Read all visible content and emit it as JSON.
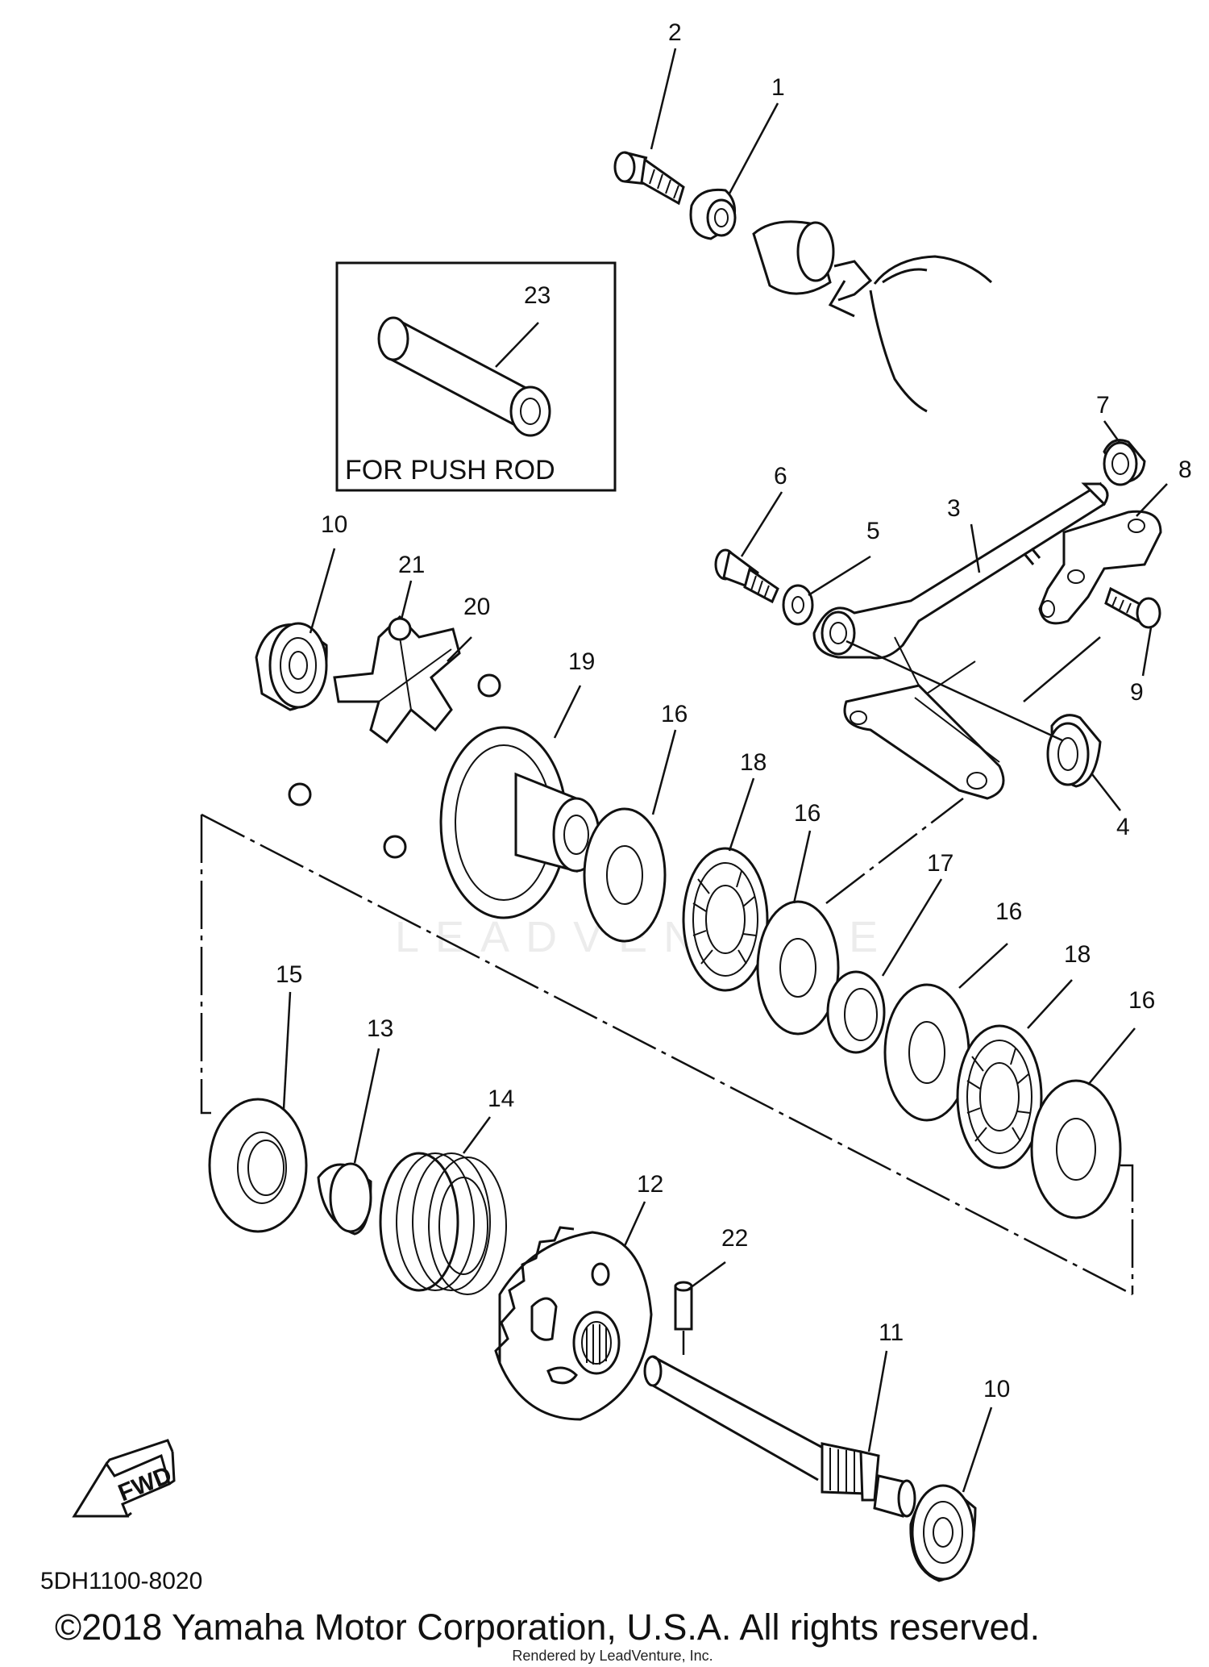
{
  "diagram": {
    "callouts": {
      "c1": "1",
      "c2": "2",
      "c3": "3",
      "c4": "4",
      "c5": "5",
      "c6": "6",
      "c7": "7",
      "c8": "8",
      "c9": "9",
      "c10a": "10",
      "c10b": "10",
      "c11": "11",
      "c12": "12",
      "c13": "13",
      "c14": "14",
      "c15": "15",
      "c16a": "16",
      "c16b": "16",
      "c16c": "16",
      "c16d": "16",
      "c17": "17",
      "c18a": "18",
      "c18b": "18",
      "c19": "19",
      "c20": "20",
      "c21": "21",
      "c22": "22",
      "c23": "23"
    },
    "inset_label": "FOR PUSH ROD",
    "fwd_label": "FWD",
    "diagram_code": "5DH1100-8020",
    "watermark": "LEADVENTURE"
  },
  "footer": {
    "copyright": "©2018 Yamaha Motor Corporation, U.S.A. All rights reserved.",
    "rendered_by": "Rendered by LeadVenture, Inc."
  }
}
